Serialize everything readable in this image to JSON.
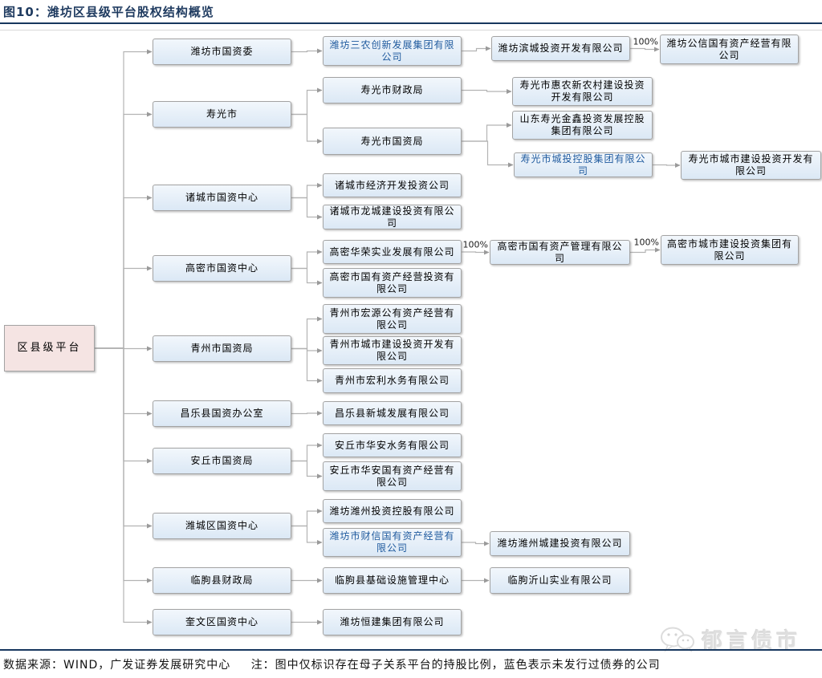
{
  "title": {
    "text": "图10：潍坊区县级平台股权结构概览"
  },
  "footer": {
    "source": "数据来源：WIND，广发证券发展研究中心",
    "note": "注：图中仅标识存在母子关系平台的持股比例，蓝色表示未发行过债券的公司"
  },
  "watermark": {
    "label": "郁言债市",
    "icon": "wechat-logo-icon"
  },
  "colors": {
    "title_navy": "#17375e",
    "box_fill": "#dbe8f5",
    "box_border": "#a3a3a3",
    "root_fill": "#f5e4e3",
    "blue_text": "#1f5a9e",
    "connector": "#b3b3b3"
  },
  "diagram": {
    "nodes": [
      {
        "id": "root",
        "label": "区县级平台",
        "blue": false,
        "root": true
      },
      {
        "id": "org_wfgzw",
        "label": "潍坊市国资委",
        "blue": false
      },
      {
        "id": "org_sgs",
        "label": "寿光市",
        "blue": false
      },
      {
        "id": "org_zcs",
        "label": "诸城市国资中心",
        "blue": false
      },
      {
        "id": "org_gms",
        "label": "高密市国资中心",
        "blue": false
      },
      {
        "id": "org_qzs",
        "label": "青州市国资局",
        "blue": false
      },
      {
        "id": "org_clx",
        "label": "昌乐县国资办公室",
        "blue": false
      },
      {
        "id": "org_aqs",
        "label": "安丘市国资局",
        "blue": false
      },
      {
        "id": "org_wcq",
        "label": "潍城区国资中心",
        "blue": false
      },
      {
        "id": "org_lqx",
        "label": "临朐县财政局",
        "blue": false
      },
      {
        "id": "org_kwq",
        "label": "奎文区国资中心",
        "blue": false
      },
      {
        "id": "c_sannong",
        "label": "潍坊三农创新发展集团有限公司",
        "blue": true
      },
      {
        "id": "c_bc",
        "label": "潍坊滨城投资开发有限公司",
        "blue": false
      },
      {
        "id": "c_gx",
        "label": "潍坊公信国有资产经营有限公司",
        "blue": false
      },
      {
        "id": "c_sgczj",
        "label": "寿光市财政局",
        "blue": false
      },
      {
        "id": "c_sggzj",
        "label": "寿光市国资局",
        "blue": false
      },
      {
        "id": "c_hn",
        "label": "寿光市惠农新农村建设投资开发有限公司",
        "blue": false
      },
      {
        "id": "c_jx",
        "label": "山东寿光金鑫投资发展控股集团有限公司",
        "blue": false
      },
      {
        "id": "c_ctkg",
        "label": "寿光市城投控股集团有限公司",
        "blue": true
      },
      {
        "id": "c_sgcj",
        "label": "寿光市城市建设投资开发有限公司",
        "blue": false
      },
      {
        "id": "c_zcjj",
        "label": "诸城市经济开发投资公司",
        "blue": false
      },
      {
        "id": "c_zclc",
        "label": "诸城市龙城建设投资有限公司",
        "blue": false
      },
      {
        "id": "c_gmhr",
        "label": "高密华荣实业发展有限公司",
        "blue": false
      },
      {
        "id": "c_gmgy",
        "label": "高密市国有资产经营投资有限公司",
        "blue": false
      },
      {
        "id": "c_gmgl",
        "label": "高密市国有资产管理有限公司",
        "blue": false
      },
      {
        "id": "c_gmcj",
        "label": "高密市城市建设投资集团有限公司",
        "blue": false
      },
      {
        "id": "c_qzhy",
        "label": "青州市宏源公有资产经营有限公司",
        "blue": false
      },
      {
        "id": "c_qzcj",
        "label": "青州市城市建设投资开发有限公司",
        "blue": false
      },
      {
        "id": "c_qzhl",
        "label": "青州市宏利水务有限公司",
        "blue": false
      },
      {
        "id": "c_clxc",
        "label": "昌乐县新城发展有限公司",
        "blue": false
      },
      {
        "id": "c_aqhasw",
        "label": "安丘市华安水务有限公司",
        "blue": false
      },
      {
        "id": "c_aqhagz",
        "label": "安丘市华安国有资产经营有限公司",
        "blue": false
      },
      {
        "id": "c_wztk",
        "label": "潍坊潍州投资控股有限公司",
        "blue": false
      },
      {
        "id": "c_cxgz",
        "label": "潍坊市财信国有资产经营有限公司",
        "blue": true
      },
      {
        "id": "c_wzcj",
        "label": "潍坊潍州城建投资有限公司",
        "blue": false
      },
      {
        "id": "c_lqjc",
        "label": "临朐县基础设施管理中心",
        "blue": false
      },
      {
        "id": "c_lqys",
        "label": "临朐沂山实业有限公司",
        "blue": false
      },
      {
        "id": "c_hj",
        "label": "潍坊恒建集团有限公司",
        "blue": false
      }
    ],
    "edges": [
      {
        "from": "root",
        "to": "org_wfgzw"
      },
      {
        "from": "root",
        "to": "org_sgs"
      },
      {
        "from": "root",
        "to": "org_zcs"
      },
      {
        "from": "root",
        "to": "org_gms"
      },
      {
        "from": "root",
        "to": "org_qzs"
      },
      {
        "from": "root",
        "to": "org_clx"
      },
      {
        "from": "root",
        "to": "org_aqs"
      },
      {
        "from": "root",
        "to": "org_wcq"
      },
      {
        "from": "root",
        "to": "org_lqx"
      },
      {
        "from": "root",
        "to": "org_kwq"
      },
      {
        "from": "org_wfgzw",
        "to": "c_sannong"
      },
      {
        "from": "c_sannong",
        "to": "c_bc"
      },
      {
        "from": "c_bc",
        "to": "c_gx",
        "label": "100%"
      },
      {
        "from": "org_sgs",
        "to": "c_sgczj"
      },
      {
        "from": "org_sgs",
        "to": "c_sggzj"
      },
      {
        "from": "c_sgczj",
        "to": "c_hn"
      },
      {
        "from": "c_sggzj",
        "to": "c_jx"
      },
      {
        "from": "c_sggzj",
        "to": "c_ctkg"
      },
      {
        "from": "c_ctkg",
        "to": "c_sgcj"
      },
      {
        "from": "org_zcs",
        "to": "c_zcjj"
      },
      {
        "from": "org_zcs",
        "to": "c_zclc"
      },
      {
        "from": "org_gms",
        "to": "c_gmhr"
      },
      {
        "from": "org_gms",
        "to": "c_gmgy"
      },
      {
        "from": "c_gmhr",
        "to": "c_gmgl",
        "label": "100%"
      },
      {
        "from": "c_gmgl",
        "to": "c_gmcj",
        "label": "100%"
      },
      {
        "from": "org_qzs",
        "to": "c_qzhy"
      },
      {
        "from": "org_qzs",
        "to": "c_qzcj"
      },
      {
        "from": "org_qzs",
        "to": "c_qzhl"
      },
      {
        "from": "org_clx",
        "to": "c_clxc"
      },
      {
        "from": "org_aqs",
        "to": "c_aqhasw"
      },
      {
        "from": "org_aqs",
        "to": "c_aqhagz"
      },
      {
        "from": "org_wcq",
        "to": "c_wztk"
      },
      {
        "from": "org_wcq",
        "to": "c_cxgz"
      },
      {
        "from": "c_cxgz",
        "to": "c_wzcj"
      },
      {
        "from": "org_lqx",
        "to": "c_lqjc"
      },
      {
        "from": "c_lqjc",
        "to": "c_lqys"
      },
      {
        "from": "org_kwq",
        "to": "c_hj"
      }
    ]
  }
}
